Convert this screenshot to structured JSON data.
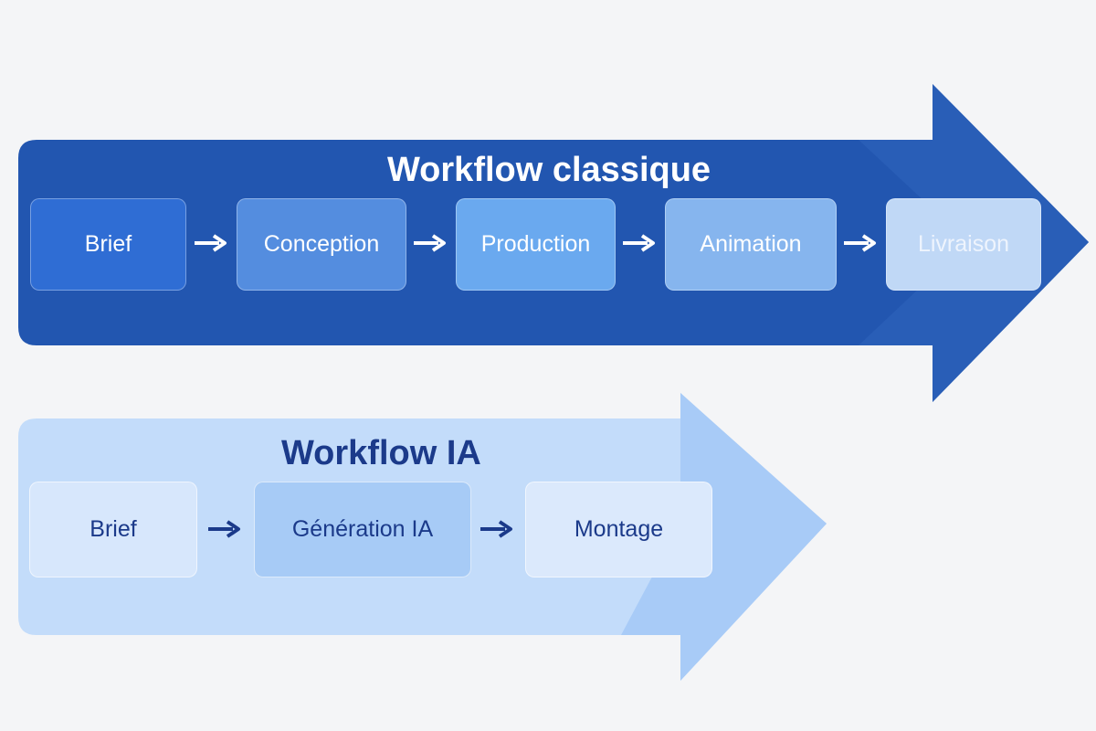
{
  "workflows": [
    {
      "title": "Workflow classique",
      "steps": [
        "Brief",
        "Conception",
        "Production",
        "Animation",
        "Livraison"
      ]
    },
    {
      "title": "Workflow IA",
      "steps": [
        "Brief",
        "Génération IA",
        "Montage"
      ]
    }
  ],
  "colors": {
    "classic_arrow": "#2256b0",
    "classic_arrow_head": "#2a5fb9",
    "ai_arrow": "#c3dcfa",
    "ai_arrow_head": "#a8cbf7",
    "classic_connector": "#ffffff",
    "ai_connector": "#1b3a8a"
  }
}
